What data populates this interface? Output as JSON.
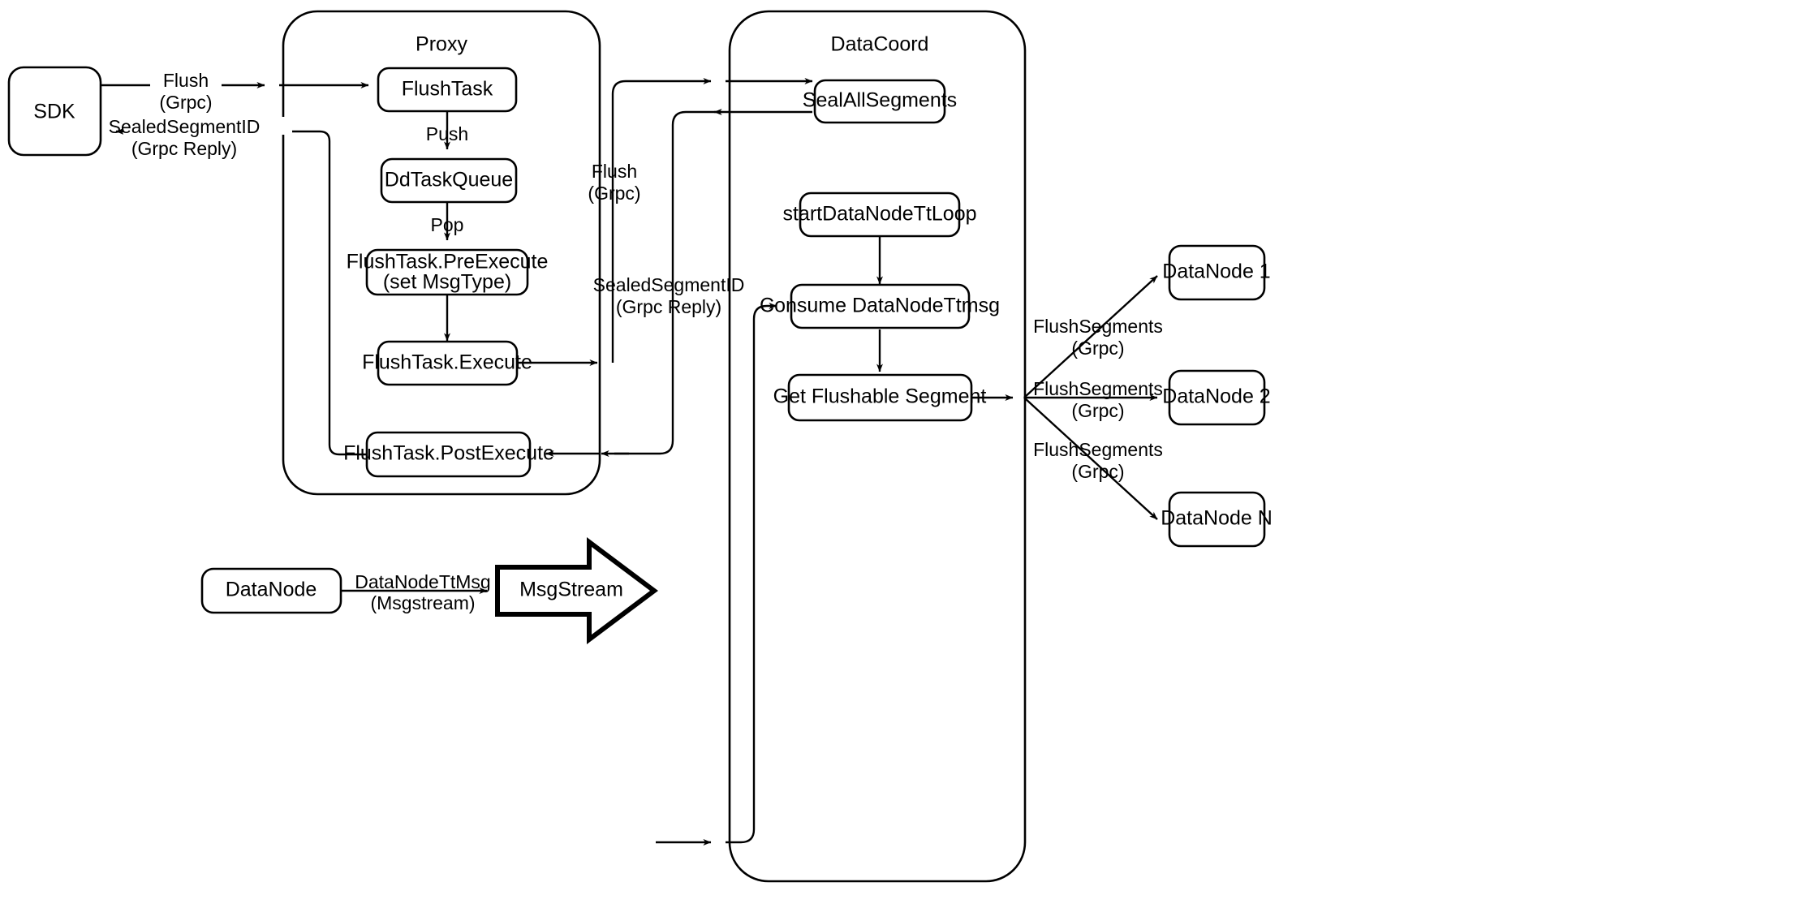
{
  "diagram": {
    "title": "Milvus Flush Flow",
    "background_color": "#ffffff",
    "line_color": "#000000"
  },
  "containers": [
    {
      "id": "proxy",
      "label": "Proxy"
    },
    {
      "id": "datacoord",
      "label": "DataCoord"
    }
  ],
  "nodes": {
    "sdk": "SDK",
    "flush_task": "FlushTask",
    "dd_task_queue": "DdTaskQueue",
    "pre_execute_line1": "FlushTask.PreExecute",
    "pre_execute_line2": "(set MsgType)",
    "execute": "FlushTask.Execute",
    "post_execute": "FlushTask.PostExecute",
    "seal_all_segments": "SealAllSegments",
    "start_datanode_tt_loop": "startDataNodeTtLoop",
    "consume_datanode_ttmsg": "Consume DataNodeTtmsg",
    "get_flushable_segment": "Get Flushable Segment",
    "datanode_1": "DataNode 1",
    "datanode_2": "DataNode 2",
    "datanode_n": "DataNode N",
    "datanode_bottom": "DataNode",
    "msgstream": "MsgStream"
  },
  "edge_labels": {
    "sdk_to_proxy_l1": "Flush",
    "sdk_to_proxy_l2": "(Grpc)",
    "proxy_to_sdk_l1": "SealedSegmentID",
    "proxy_to_sdk_l2": "(Grpc Reply)",
    "push": "Push",
    "pop": "Pop",
    "proxy_to_coord_l1": "Flush",
    "proxy_to_coord_l2": "(Grpc)",
    "coord_to_proxy_l1": "SealedSegmentID",
    "coord_to_proxy_l2": "(Grpc Reply)",
    "flush_segments_1_l1": "FlushSegments",
    "flush_segments_1_l2": "(Grpc)",
    "flush_segments_2_l1": "FlushSegments",
    "flush_segments_2_l2": "(Grpc)",
    "flush_segments_n_l1": "FlushSegments",
    "flush_segments_n_l2": "(Grpc)",
    "datanode_ttmsg_l1": "DataNodeTtMsg",
    "datanode_ttmsg_l2": "(Msgstream)"
  }
}
